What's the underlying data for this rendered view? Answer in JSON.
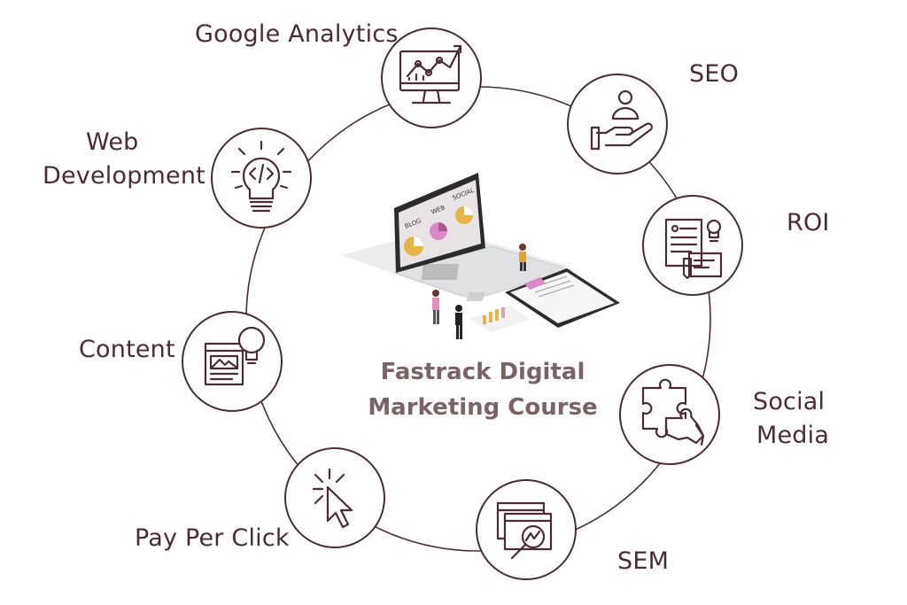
{
  "title": {
    "line1": "Fastrack Digital",
    "line2": "Marketing Course"
  },
  "nodes": [
    {
      "id": "google-analytics",
      "label": "Google Analytics",
      "icon": "analytics-monitor-icon"
    },
    {
      "id": "seo",
      "label": "SEO",
      "icon": "hand-person-icon"
    },
    {
      "id": "roi",
      "label": "ROI",
      "icon": "documents-lightbulb-icon"
    },
    {
      "id": "social-media",
      "label_lines": [
        "Social",
        "Media"
      ],
      "icon": "puzzle-hand-icon"
    },
    {
      "id": "sem",
      "label": "SEM",
      "icon": "browser-magnifier-icon"
    },
    {
      "id": "pay-per-click",
      "label": "Pay Per Click",
      "icon": "cursor-click-icon"
    },
    {
      "id": "content",
      "label": "Content",
      "icon": "webpage-lightbulb-icon"
    },
    {
      "id": "web-development",
      "label_lines": [
        "Web",
        "Development"
      ],
      "icon": "code-lightbulb-icon"
    }
  ],
  "laptop_screen": {
    "blog": "BLOG",
    "web": "WEB",
    "social": "SOCIAL"
  },
  "colors": {
    "ring": "#4a2c33",
    "label": "#4a2c33",
    "title": "#7a6366",
    "accent_orange": "#e0a03a",
    "accent_pink": "#d98ac4"
  }
}
